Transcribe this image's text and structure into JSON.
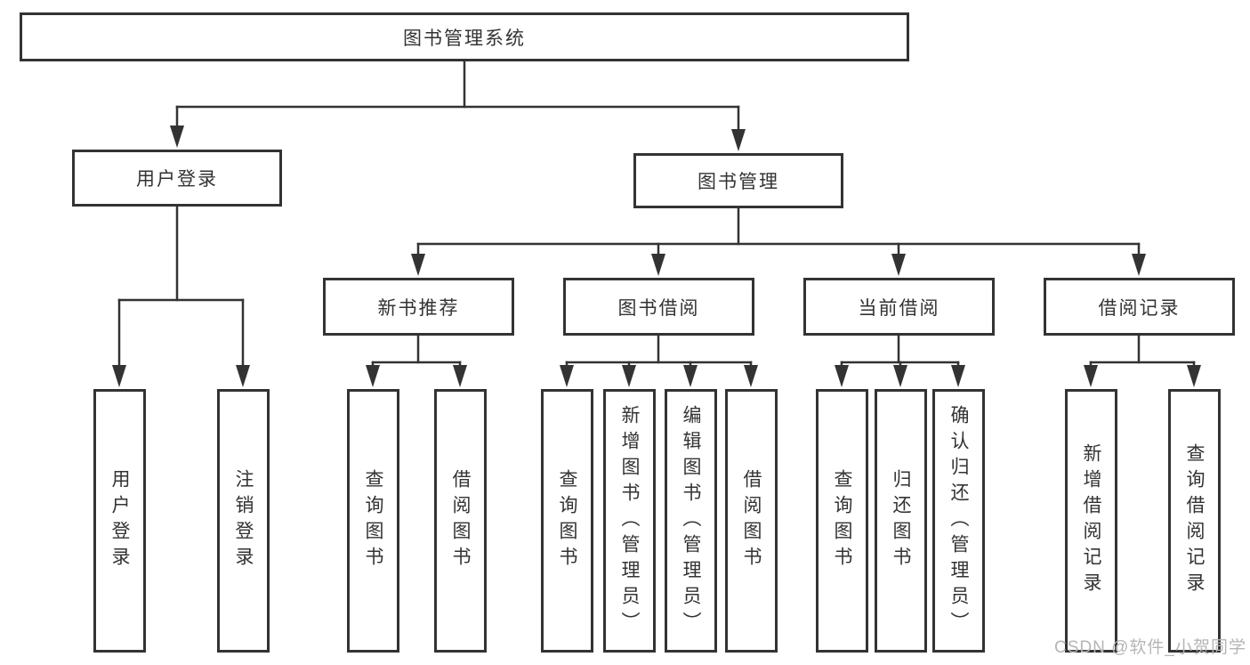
{
  "diagram": {
    "type": "hierarchy-tree",
    "nodes": {
      "root": "图书管理系统",
      "level2": [
        {
          "label": "用户登录",
          "parent": "图书管理系统"
        },
        {
          "label": "图书管理",
          "parent": "图书管理系统"
        }
      ],
      "level3": [
        {
          "label": "新书推荐",
          "parent": "图书管理"
        },
        {
          "label": "图书借阅",
          "parent": "图书管理"
        },
        {
          "label": "当前借阅",
          "parent": "图书管理"
        },
        {
          "label": "借阅记录",
          "parent": "图书管理"
        }
      ],
      "leaves": [
        {
          "label": "用户登录",
          "parent": "用户登录"
        },
        {
          "label": "注销登录",
          "parent": "用户登录"
        },
        {
          "label": "查询图书",
          "parent": "新书推荐"
        },
        {
          "label": "借阅图书",
          "parent": "新书推荐"
        },
        {
          "label": "查询图书",
          "parent": "图书借阅"
        },
        {
          "label": "新增图书（管理员）",
          "parent": "图书借阅"
        },
        {
          "label": "编辑图书（管理员）",
          "parent": "图书借阅"
        },
        {
          "label": "借阅图书",
          "parent": "图书借阅"
        },
        {
          "label": "查询图书",
          "parent": "当前借阅"
        },
        {
          "label": "归还图书",
          "parent": "当前借阅"
        },
        {
          "label": "确认归还（管理员）",
          "parent": "当前借阅"
        },
        {
          "label": "新增借阅记录",
          "parent": "借阅记录"
        },
        {
          "label": "查询借阅记录",
          "parent": "借阅记录"
        }
      ]
    },
    "watermark": "CSDN @软件_小贺同学",
    "colors": {
      "line": "#333333",
      "box_border": "#333333",
      "box_fill": "#ffffff",
      "text": "#333333",
      "watermark": "#b5b5b5",
      "background": "#ffffff"
    }
  }
}
